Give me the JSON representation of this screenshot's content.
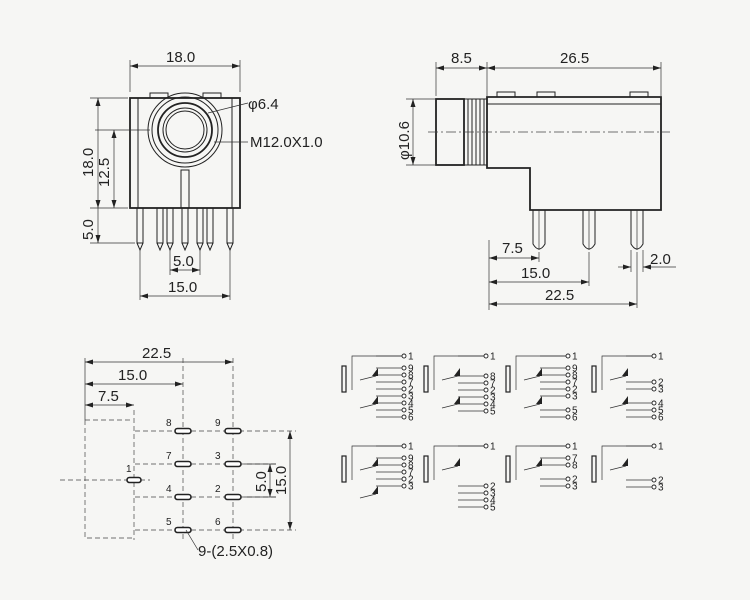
{
  "front_view": {
    "dim_width": "18.0",
    "dim_height": "18.0",
    "dim_center_height": "12.5",
    "dim_pin_length": "5.0",
    "dim_pin_pitch": "5.0",
    "dim_pin_span": "15.0",
    "label_diameter": "φ6.4",
    "label_thread": "M12.0X1.0"
  },
  "side_view": {
    "dim_nose_length": "8.5",
    "dim_body_length": "26.5",
    "dim_nose_diameter": "φ10.6",
    "dim_pin_1": "7.5",
    "dim_pin_2": "15.0",
    "dim_pin_3": "22.5",
    "dim_pin_offset": "2.0"
  },
  "footprint": {
    "dim_total": "22.5",
    "dim_mid": "15.0",
    "dim_first": "7.5",
    "dim_row_pitch": "5.0",
    "dim_col_span": "15.0",
    "pad_note": "9-(2.5X0.8)",
    "pads": [
      {
        "label": "1"
      },
      {
        "label": "2"
      },
      {
        "label": "3"
      },
      {
        "label": "4"
      },
      {
        "label": "5"
      },
      {
        "label": "6"
      },
      {
        "label": "7"
      },
      {
        "label": "8"
      },
      {
        "label": "9"
      }
    ]
  },
  "schematics": [
    {
      "pins": [
        "1",
        "9",
        "8",
        "7",
        "2",
        "3",
        "4",
        "5",
        "6"
      ]
    },
    {
      "pins": [
        "1",
        "8",
        "7",
        "2",
        "3",
        "4",
        "5"
      ]
    },
    {
      "pins": [
        "1",
        "9",
        "8",
        "7",
        "2",
        "3",
        "5",
        "6"
      ]
    },
    {
      "pins": [
        "1",
        "2",
        "3",
        "4",
        "5",
        "6"
      ]
    },
    {
      "pins": [
        "1",
        "9",
        "8",
        "7",
        "2",
        "3"
      ]
    },
    {
      "pins": [
        "1",
        "2",
        "3",
        "4",
        "5"
      ]
    },
    {
      "pins": [
        "1",
        "7",
        "8",
        "2",
        "3"
      ]
    },
    {
      "pins": [
        "1",
        "2",
        "3"
      ]
    }
  ]
}
